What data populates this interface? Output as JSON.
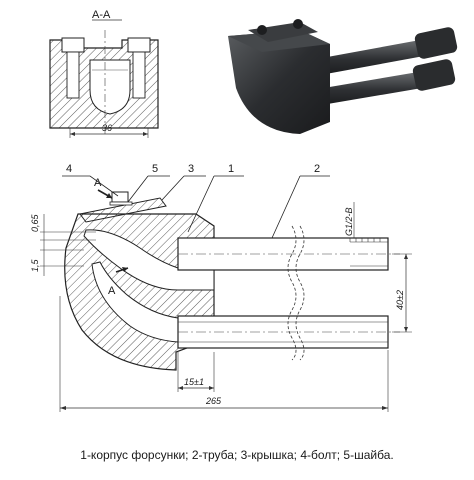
{
  "section": {
    "label": "А-А",
    "dim_width": "36"
  },
  "main_view": {
    "section_mark_top": "A",
    "section_mark_bottom": "A",
    "callouts": [
      "4",
      "5",
      "3",
      "1",
      "2"
    ],
    "dims": {
      "gap_small": "0,65",
      "gap_medium": "1,5",
      "thread": "G1/2-B",
      "pitch": "40±2",
      "offset": "15±1",
      "length": "265"
    }
  },
  "caption": "1-корпус форсунки; 2-труба; 3-крышка; 4-болт; 5-шайба."
}
